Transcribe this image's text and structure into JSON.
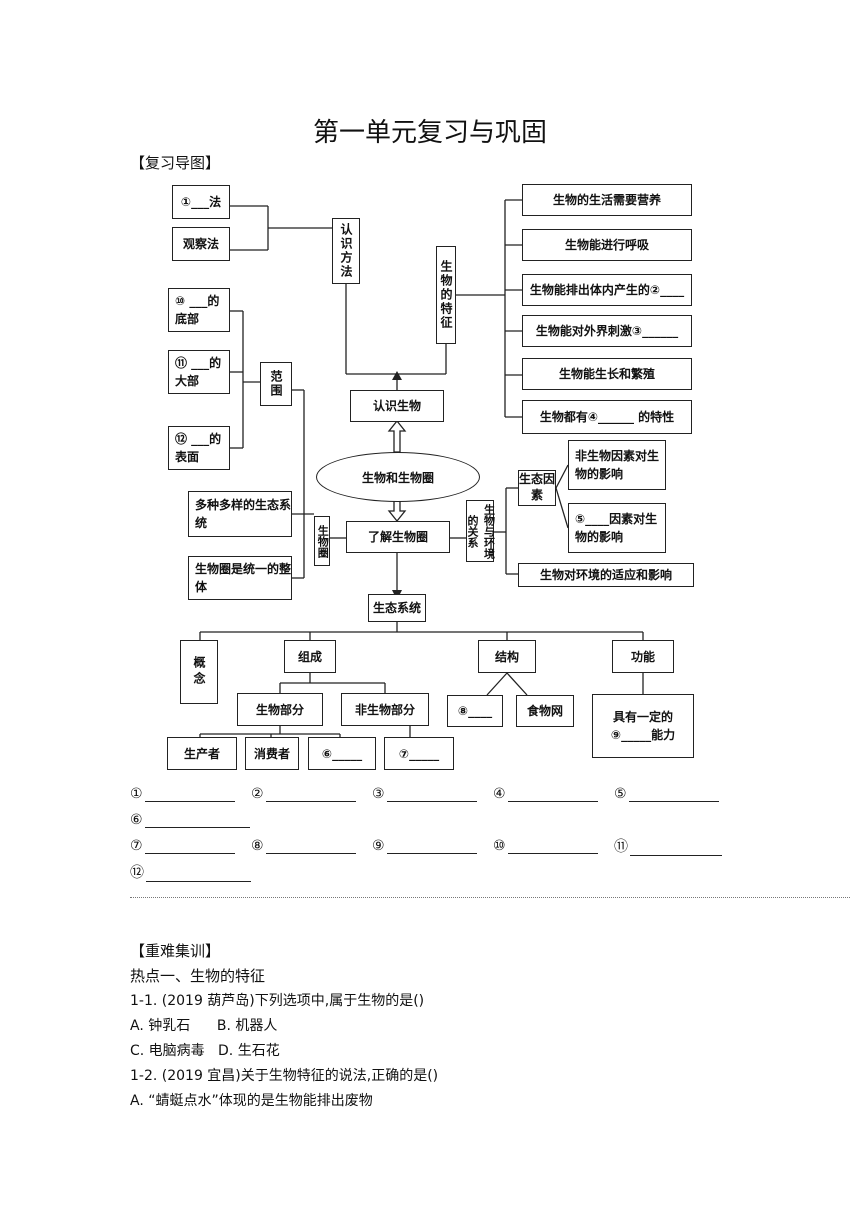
{
  "page": {
    "title": "第一单元复习与巩固",
    "map_heading": "【复习导图】"
  },
  "map": {
    "method_1": "①___法",
    "observation": "观察法",
    "recognize_methods": "认识方法",
    "features_label": "生物的特征",
    "feat_1": "生物的生活需要营养",
    "feat_2": "生物能进行呼吸",
    "feat_3": "生物能排出体内产生的②____",
    "feat_4": "生物能对外界刺激③______",
    "feat_5": "生物能生长和繁殖",
    "feat_6": "生物都有④______ 的特性",
    "range_10": "⑩ ___的底部",
    "range_11": "⑪ ___的大部",
    "range_12": "⑫ ___的表面",
    "range_label": "范围",
    "recognize_organisms": "认识生物",
    "biosphere_center": "生物和生物圈",
    "eco_factors": "生态因素",
    "abiotic": "非生物因素对生物的影响",
    "factor_5": "⑤____因素对生物的影响",
    "diverse_eco": "多种多样的生态系统",
    "biosphere_label": "生物圈",
    "understand_biosphere": "了解生物圈",
    "org_env": "生物与环境的关系",
    "adapt": "生物对环境的适应和影响",
    "unified_whole": "生物圈是统一的整体",
    "ecosystem": "生态系统",
    "concept": "概念",
    "composition": "组成",
    "structure": "结构",
    "function": "功能",
    "biotic_part": "生物部分",
    "abiotic_part": "非生物部分",
    "blank_8": "⑧____",
    "food_web": "食物网",
    "function_9": "具有一定的⑨_____能力",
    "producer": "生产者",
    "consumer": "消费者",
    "blank_6": "⑥_____",
    "blank_7": "⑦_____"
  },
  "answers": [
    "①",
    "②",
    "③",
    "④",
    "⑤",
    "⑥",
    "⑦",
    "⑧",
    "⑨",
    "⑩",
    "⑪",
    "⑫"
  ],
  "practice": {
    "heading": "【重难集训】",
    "hotspot": "热点一、生物的特征",
    "q1": "1-1. (2019 葫芦岛)下列选项中,属于生物的是()",
    "q1_ab": "A. 钟乳石      B. 机器人",
    "q1_cd": "C. 电脑病毒   D. 生石花",
    "q2": "1-2. (2019 宜昌)关于生物特征的说法,正确的是()",
    "q2_a": "A. “蜻蜓点水”体现的是生物能排出废物"
  }
}
